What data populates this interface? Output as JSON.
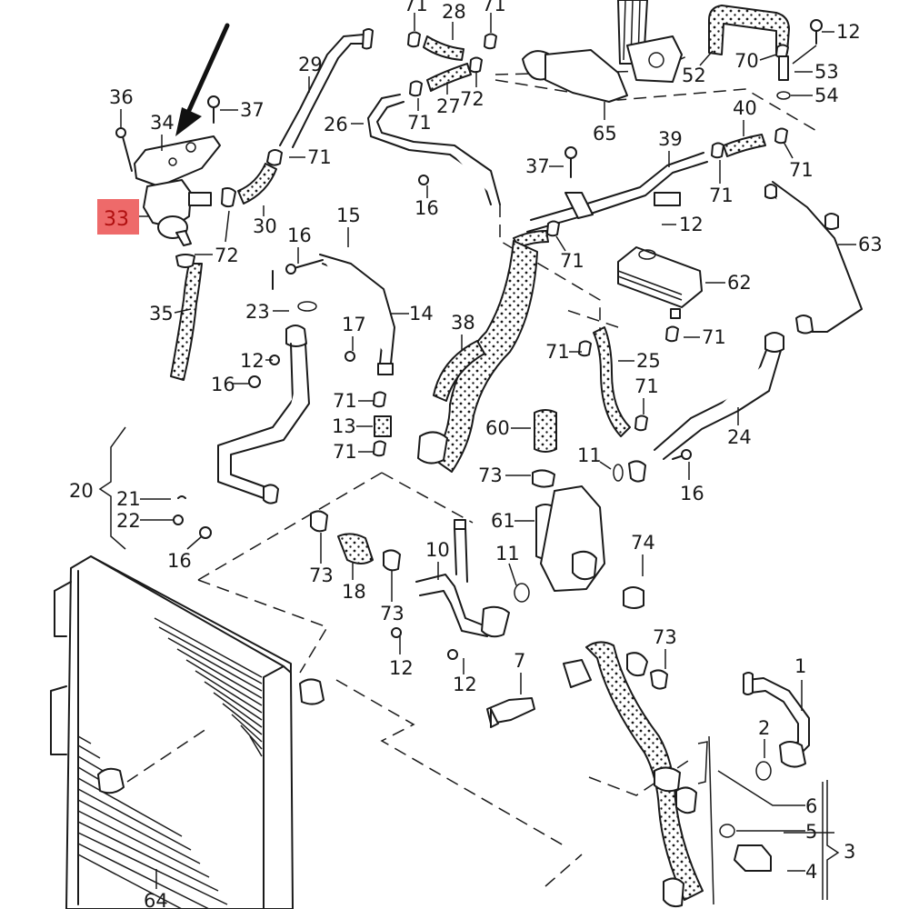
{
  "diagram": {
    "title": "Cooling system coolant hoses and pipes exploded view",
    "highlight": {
      "part": "33",
      "color": "#ee6a6a",
      "text_color": "#b01010"
    },
    "arrow": {
      "points_to": "33",
      "color": "#111111"
    },
    "callouts": [
      {
        "id": "1"
      },
      {
        "id": "2"
      },
      {
        "id": "3"
      },
      {
        "id": "4"
      },
      {
        "id": "5"
      },
      {
        "id": "6"
      },
      {
        "id": "7"
      },
      {
        "id": "10"
      },
      {
        "id": "11"
      },
      {
        "id": "11"
      },
      {
        "id": "12"
      },
      {
        "id": "12"
      },
      {
        "id": "12"
      },
      {
        "id": "12"
      },
      {
        "id": "12"
      },
      {
        "id": "12"
      },
      {
        "id": "13"
      },
      {
        "id": "14"
      },
      {
        "id": "15"
      },
      {
        "id": "16"
      },
      {
        "id": "16"
      },
      {
        "id": "16"
      },
      {
        "id": "16"
      },
      {
        "id": "16"
      },
      {
        "id": "17"
      },
      {
        "id": "18"
      },
      {
        "id": "20"
      },
      {
        "id": "21"
      },
      {
        "id": "22"
      },
      {
        "id": "23"
      },
      {
        "id": "24"
      },
      {
        "id": "25"
      },
      {
        "id": "26"
      },
      {
        "id": "27"
      },
      {
        "id": "28"
      },
      {
        "id": "29"
      },
      {
        "id": "30"
      },
      {
        "id": "33"
      },
      {
        "id": "34"
      },
      {
        "id": "35"
      },
      {
        "id": "36"
      },
      {
        "id": "37"
      },
      {
        "id": "37"
      },
      {
        "id": "38"
      },
      {
        "id": "39"
      },
      {
        "id": "40"
      },
      {
        "id": "52"
      },
      {
        "id": "53"
      },
      {
        "id": "54"
      },
      {
        "id": "60"
      },
      {
        "id": "61"
      },
      {
        "id": "62"
      },
      {
        "id": "63"
      },
      {
        "id": "64"
      },
      {
        "id": "65"
      },
      {
        "id": "70"
      },
      {
        "id": "71"
      },
      {
        "id": "71"
      },
      {
        "id": "71"
      },
      {
        "id": "71"
      },
      {
        "id": "71"
      },
      {
        "id": "71"
      },
      {
        "id": "71"
      },
      {
        "id": "71"
      },
      {
        "id": "71"
      },
      {
        "id": "71"
      },
      {
        "id": "71"
      },
      {
        "id": "71"
      },
      {
        "id": "71"
      },
      {
        "id": "72"
      },
      {
        "id": "72"
      },
      {
        "id": "73"
      },
      {
        "id": "73"
      },
      {
        "id": "73"
      },
      {
        "id": "73"
      },
      {
        "id": "74"
      }
    ]
  }
}
